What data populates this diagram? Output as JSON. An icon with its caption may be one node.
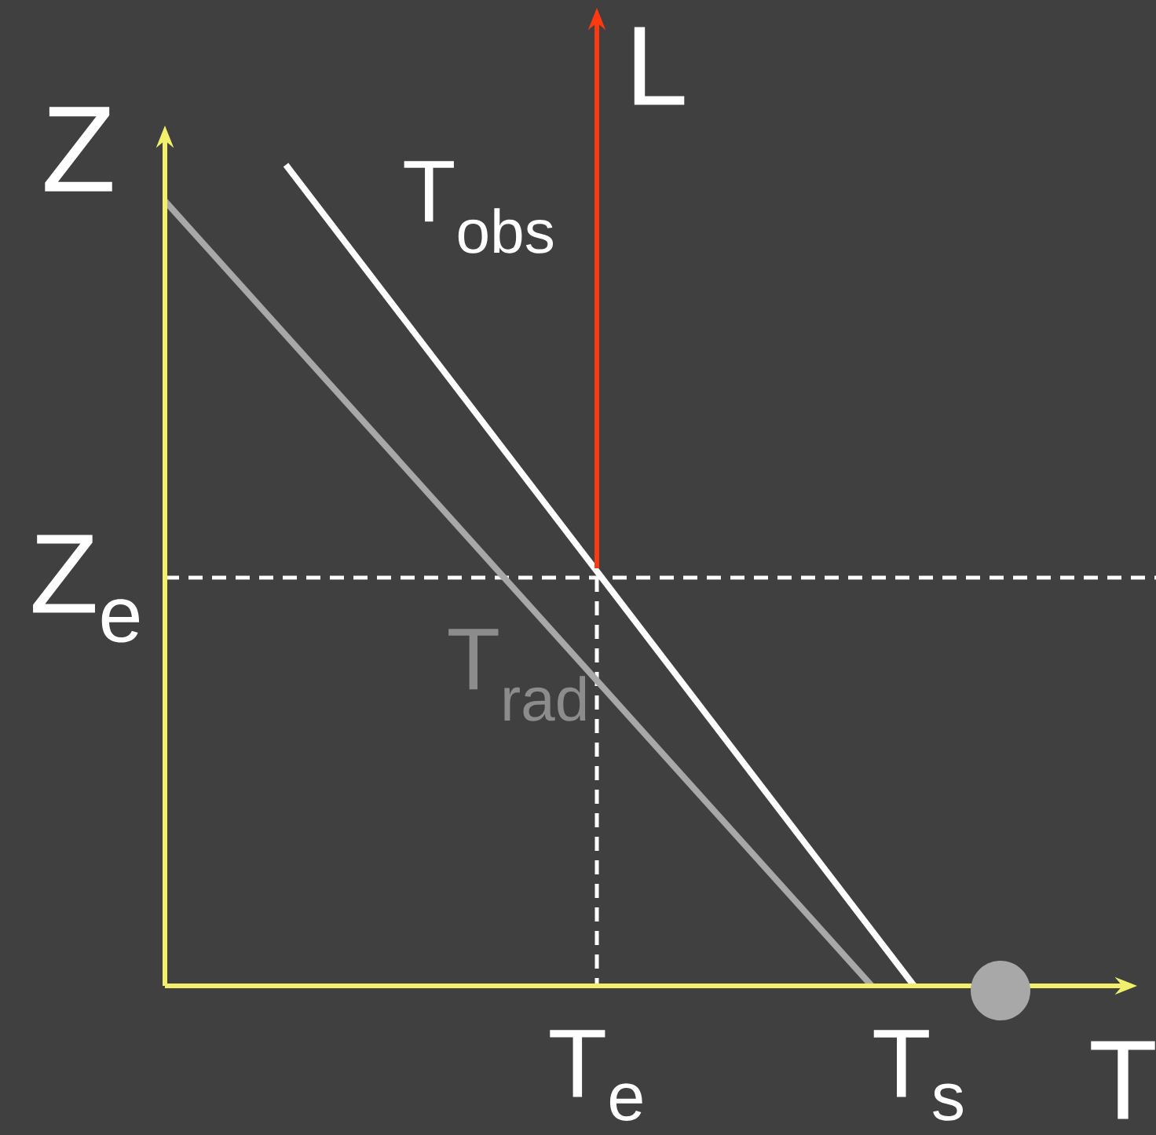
{
  "diagram": {
    "labels": [
      "L",
      "Z",
      "T$_{obs}$",
      "Z$_{e}$",
      "T$_{rad}$",
      "T$_{e}$",
      "T$_{s}$",
      "T"
    ]
  }
}
